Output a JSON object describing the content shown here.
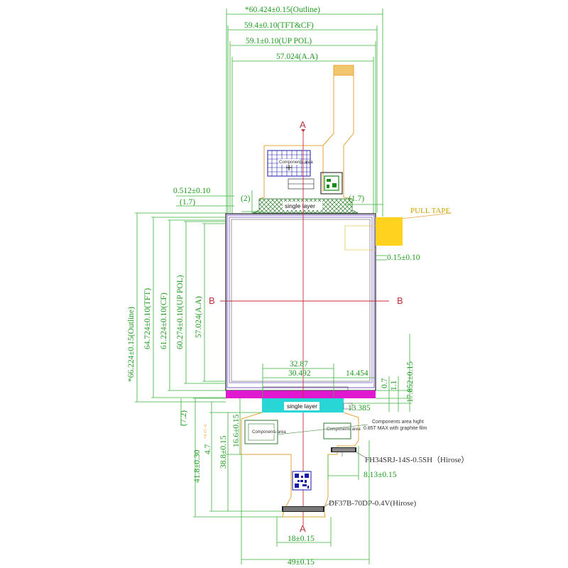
{
  "dims": {
    "outline_w": "*60.424±0.15(Outline)",
    "tft_cf_w": "59.4±0.10(TFT&CF)",
    "up_pol_w": "59.1±0.10(UP POL)",
    "aa_w": "57.024(A.A)",
    "margin_512": "0.512±0.10",
    "paren_1_7_left": "(1.7)",
    "paren_2": "(2)",
    "paren_1_7_right": "(1.7)",
    "tape_015": "0.15±0.10",
    "outline_h": "*66.224±0.15(Outline)",
    "tft_h": "64.724±0.10(TFT)",
    "cf_h": "61.224±0.10(CF)",
    "up_pol_h": "60.274±0.10(UP POL)",
    "aa_h": "57.024(A.A)",
    "d_32_87": "32.87",
    "d_30_492": "30.492",
    "d_14_454": "14.454",
    "d_0_7": "0.7",
    "d_1_1": "1.1",
    "d_17_852": "17.852±0.15",
    "d_13_385": "13.385",
    "d_7_2": "(7.2)",
    "d_4_7": "4.7",
    "d_4_7_tol": "+0.15 -0",
    "d_16_6": "16.6±0.15",
    "d_38_8": "38.8±0.15",
    "d_41_8": "41.8±0.30",
    "d_8_13": "8.13±0.15",
    "d_18": "18±0.15",
    "d_49": "49±0.15"
  },
  "labels": {
    "pull_tape": "PULL TAPE",
    "single_layer_top": "single layer",
    "single_layer_bottom": "single layer",
    "components_area_top": "Components area",
    "components_area_left": "Components area",
    "components_area_right": "Components area",
    "components_note": "Components area hight",
    "components_note2": "0.85T MAX with graphite film",
    "fh34": "FH34SRJ-14S-0.5SH（Hirose）",
    "df37": "DF37B-70DP-0.4V(Hirose)"
  },
  "sections": {
    "a_top": "A",
    "a_bottom": "A",
    "b_left": "B",
    "b_right": "B"
  },
  "colors": {
    "dimension": "#3ab33a",
    "fpc_outline": "#e5a53a",
    "section_line": "#c0303a",
    "panel_border": "#7c5cc4",
    "pull_tape": "#ffd21f",
    "magenta_strip": "#e019d0",
    "cyan_strip": "#28d6d6",
    "connector_pad": "#f5c98b"
  }
}
